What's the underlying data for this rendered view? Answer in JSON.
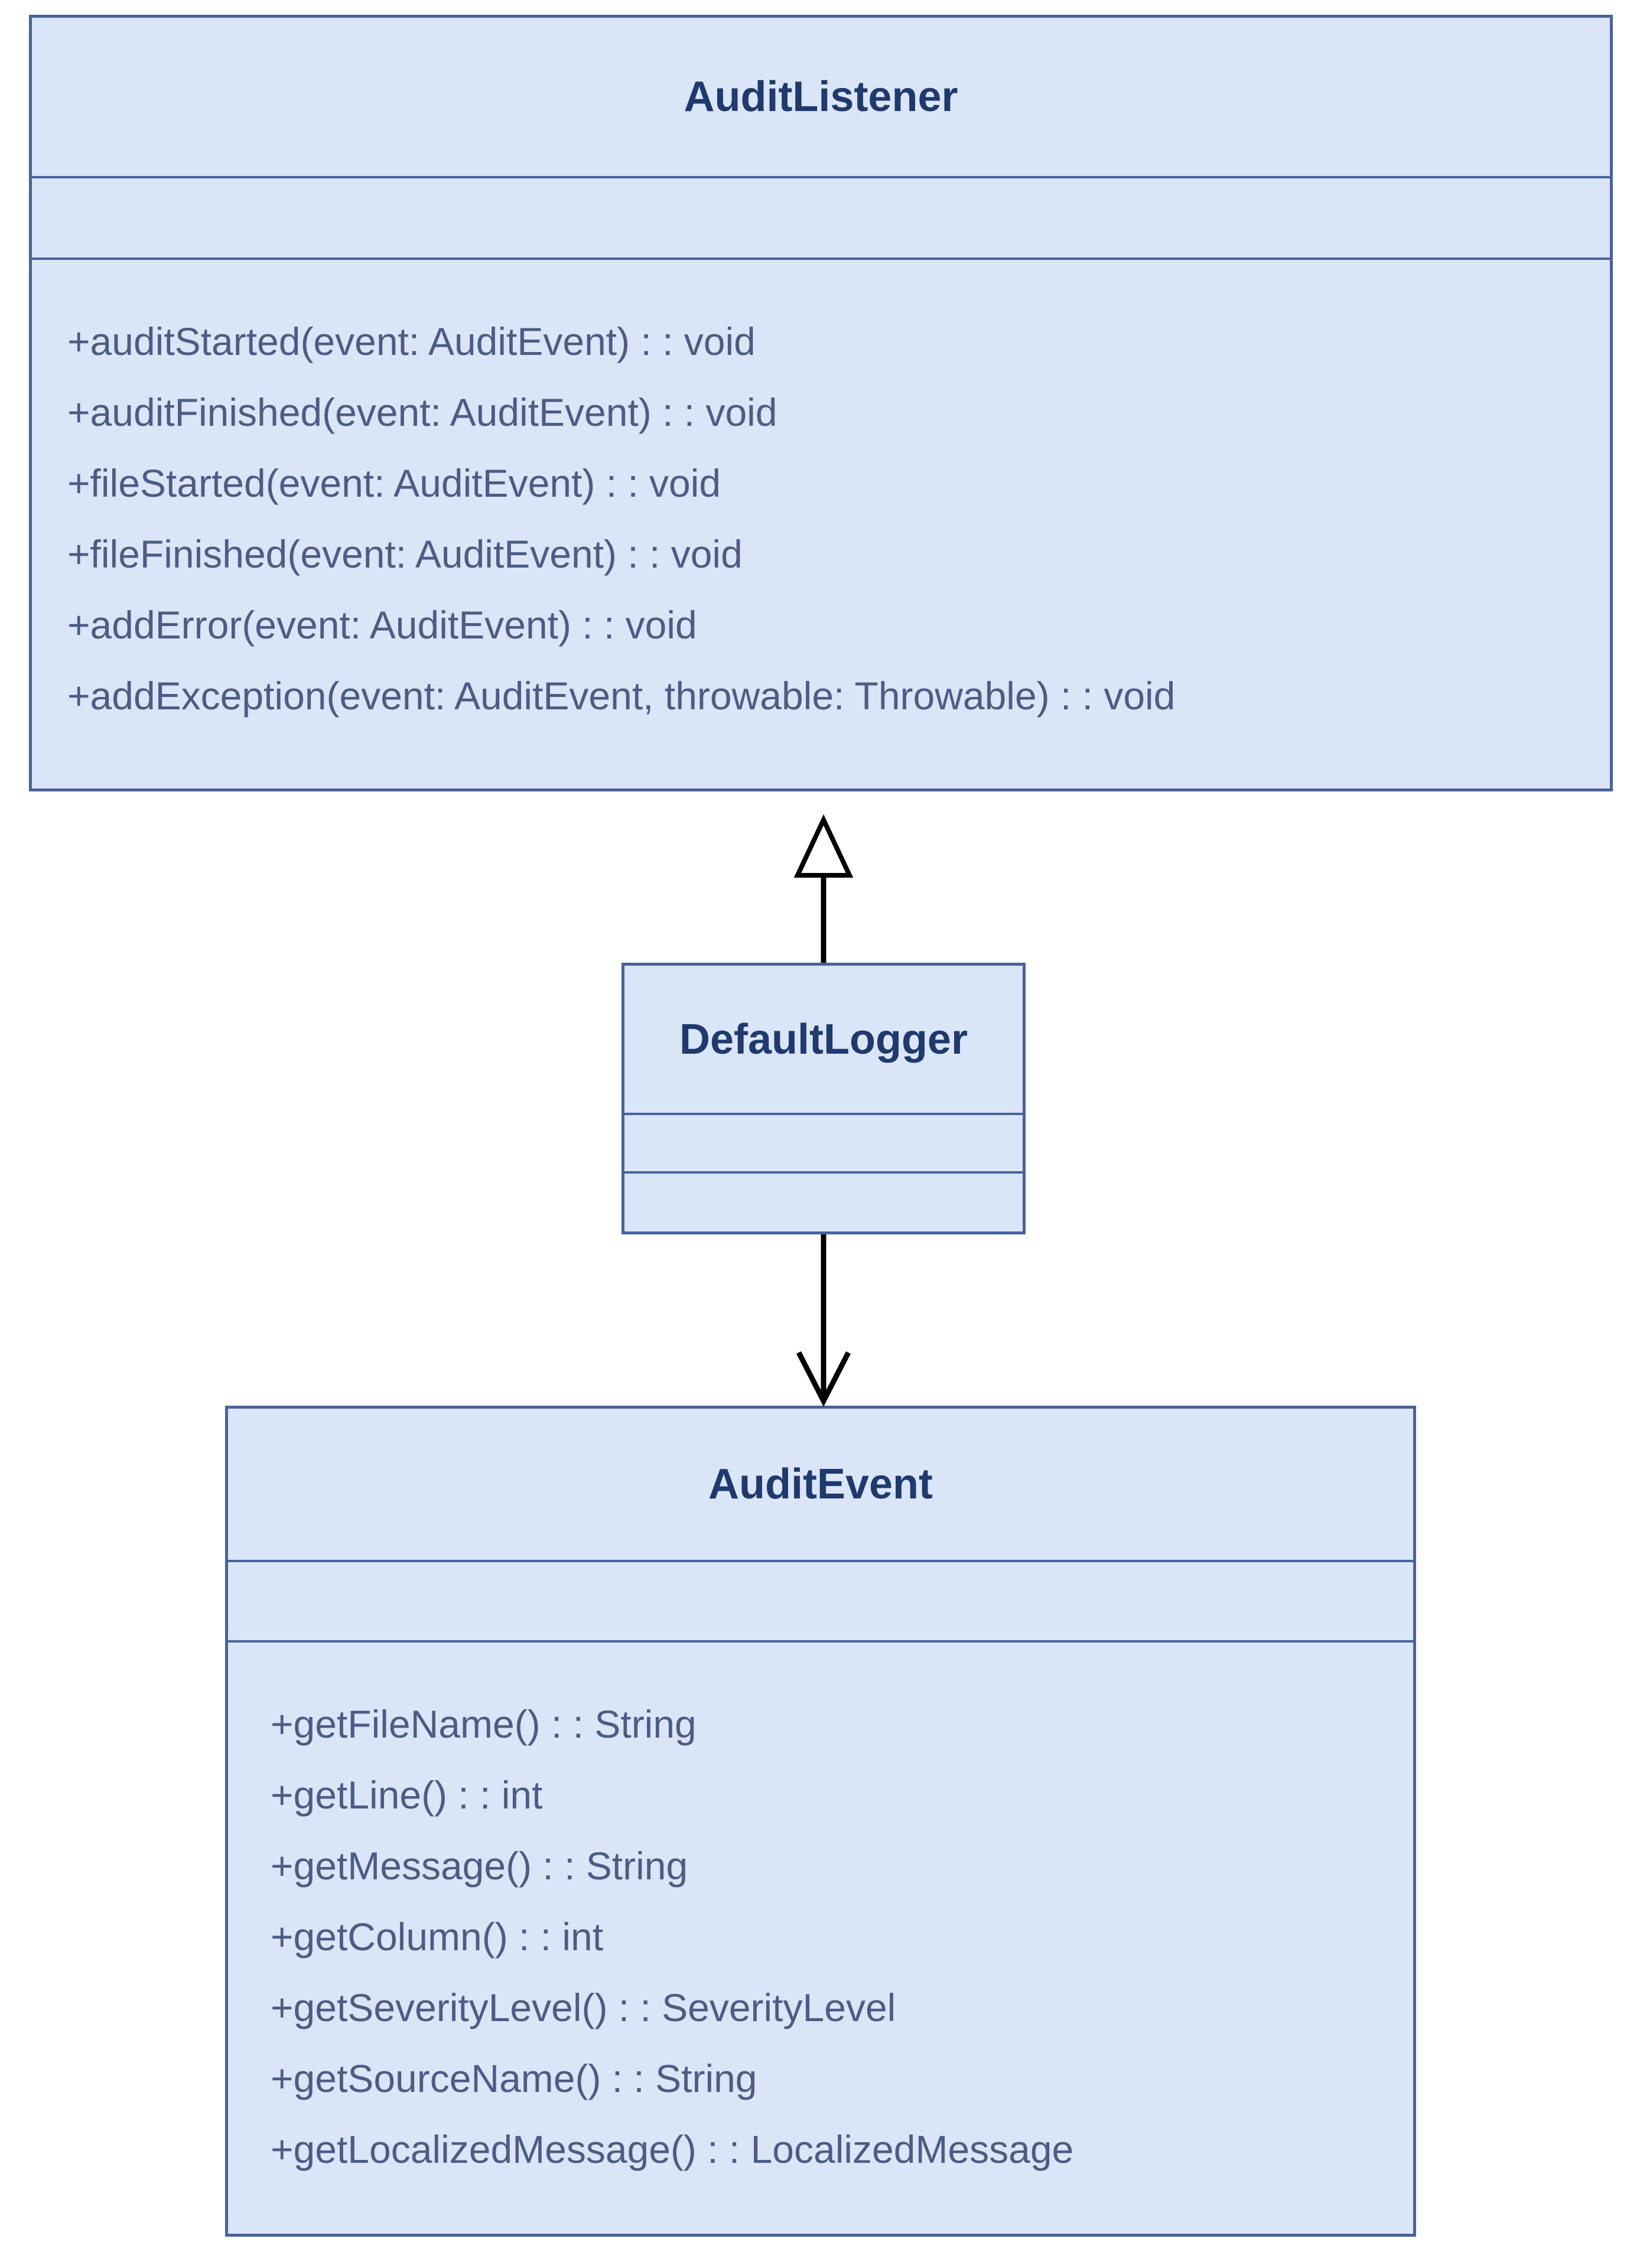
{
  "diagram": {
    "kind": "uml-class-diagram",
    "colors": {
      "class_fill": "#dbe5f8",
      "class_border": "#48639c",
      "title_text": "#1e3a6e",
      "method_text": "#4d5c85",
      "arrow": "#000000"
    },
    "classes": {
      "audit_listener": {
        "name": "AuditListener",
        "attributes": [],
        "methods": [
          "+auditStarted(event: AuditEvent) : : void",
          "+auditFinished(event: AuditEvent) : : void",
          "+fileStarted(event: AuditEvent) : : void",
          "+fileFinished(event: AuditEvent) : : void",
          "+addError(event: AuditEvent) : : void",
          "+addException(event: AuditEvent, throwable: Throwable) : : void"
        ]
      },
      "default_logger": {
        "name": "DefaultLogger",
        "attributes": [],
        "methods": []
      },
      "audit_event": {
        "name": "AuditEvent",
        "attributes": [],
        "methods": [
          "+getFileName() : : String",
          "+getLine() : : int",
          "+getMessage() : : String",
          "+getColumn() : : int",
          "+getSeverityLevel() : : SeverityLevel",
          "+getSourceName() : : String",
          "+getLocalizedMessage() : : LocalizedMessage"
        ]
      }
    },
    "relations": [
      {
        "type": "generalization",
        "from": "DefaultLogger",
        "to": "AuditListener"
      },
      {
        "type": "directed-association",
        "from": "DefaultLogger",
        "to": "AuditEvent"
      }
    ]
  }
}
